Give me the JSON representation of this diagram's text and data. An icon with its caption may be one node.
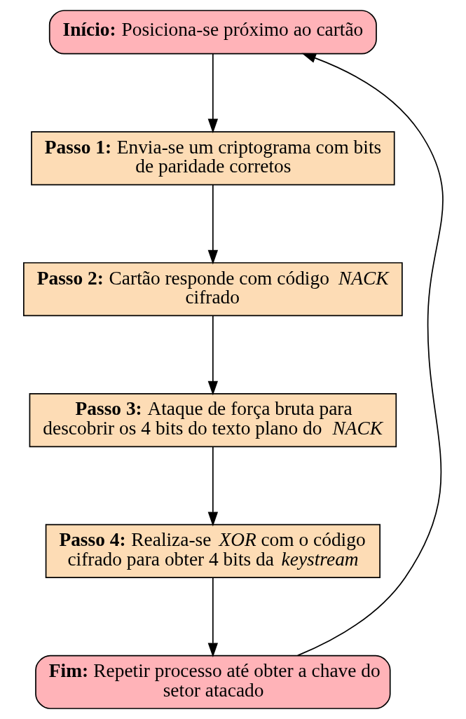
{
  "diagram": {
    "nodes": [
      {
        "text": [
          "**Início:** Posiciona-se próximo ao cartão"
        ]
      },
      {
        "text": [
          "**Passo 1:** Envia-se um criptograma com bits de paridade corretos"
        ]
      },
      {
        "text": [
          "**Passo 2:** Cartão responde com código *NACK* cifrado"
        ]
      },
      {
        "text": [
          "**Passo 3:** Ataque de força bruta para descobrir os 4 bits do texto plano do *NACK*"
        ]
      },
      {
        "text": [
          "**Passo 4:** Realiza-se *XOR* com o código cifrado para obter 4 bits da *keystream*"
        ]
      },
      {
        "text": [
          "**Fim:** Repetir processo até obter a chave do setor atacado"
        ]
      }
    ],
    "edges": [
      {
        "from": 0,
        "to": 1,
        "arrow": "to"
      },
      {
        "from": 1,
        "to": 2,
        "arrow": "to"
      },
      {
        "from": 2,
        "to": 3,
        "arrow": "to"
      },
      {
        "from": 3,
        "to": 4,
        "arrow": "to"
      },
      {
        "from": 4,
        "to": 5,
        "arrow": "to"
      },
      {
        "from": 5,
        "to": 0,
        "arrow": "to"
      }
    ]
  }
}
